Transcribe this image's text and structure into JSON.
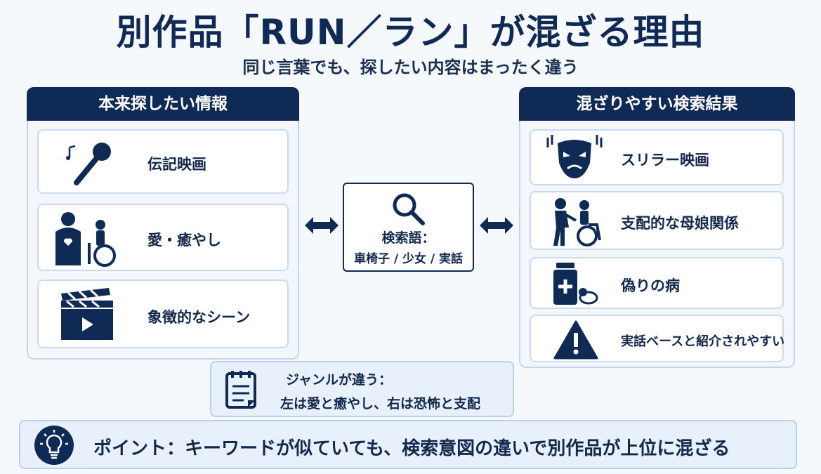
{
  "title": "別作品「RUN／ラン」が混ざる理由",
  "subtitle": "同じ言葉でも、探したい内容はまったく違う",
  "left_panel": {
    "header": "本来探したい情報",
    "items": [
      {
        "label": "伝記映画",
        "icon": "microphone-icon"
      },
      {
        "label": "愛・癒やし",
        "icon": "caregiver-icon"
      },
      {
        "label": "象徴的なシーン",
        "icon": "clapperboard-icon"
      }
    ]
  },
  "center": {
    "label": "検索語：",
    "terms": "車椅子 / 少女 / 実話",
    "icon": "search-icon"
  },
  "right_panel": {
    "header": "混ざりやすい検索結果",
    "items": [
      {
        "label": "スリラー映画",
        "icon": "scary-mask-icon"
      },
      {
        "label": "支配的な母娘関係",
        "icon": "wheelchair-push-icon"
      },
      {
        "label": "偽りの病",
        "icon": "medicine-icon"
      },
      {
        "label": "実話ベースと紹介されやすい",
        "icon": "warning-icon"
      }
    ]
  },
  "genre_note": {
    "line1": "ジャンルが違う：",
    "line2": "左は愛と癒やし、右は恐怖と支配",
    "icon": "notepad-icon"
  },
  "point": {
    "text": "ポイント：キーワードが似ていても、検索意図の違いで別作品が上位に混ざる",
    "icon": "lightbulb-icon"
  },
  "colors": {
    "navy": "#0f2a55",
    "panel_border": "#c3d6ee",
    "note_bg": "#e8f1fb"
  }
}
